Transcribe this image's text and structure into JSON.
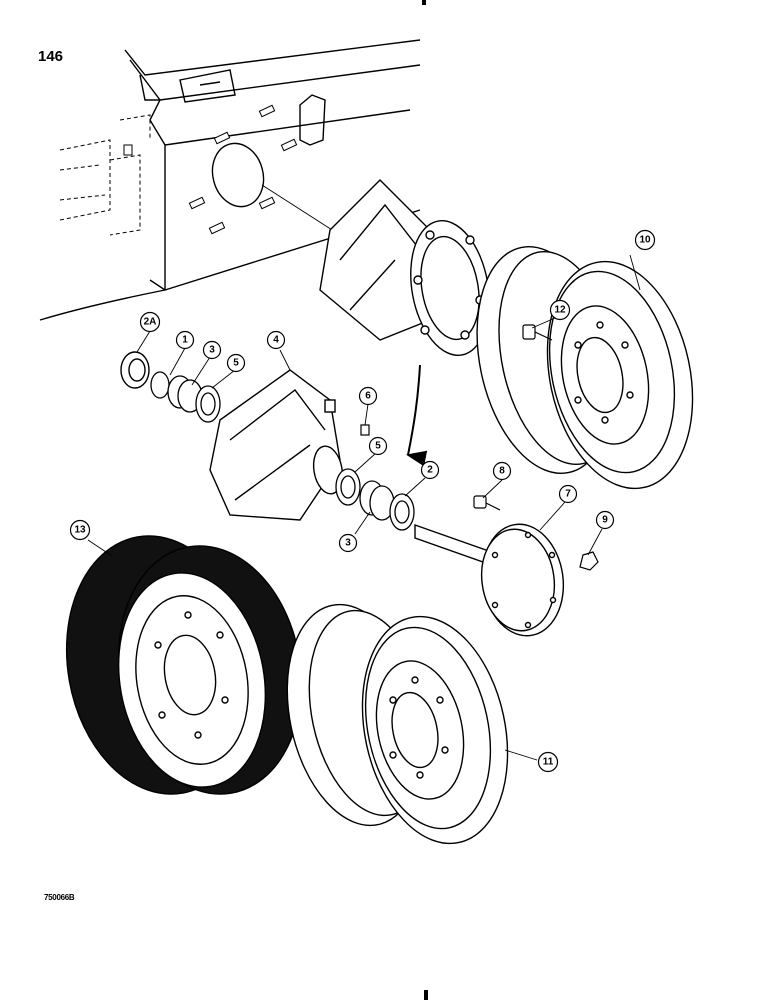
{
  "page": {
    "number": "146",
    "figure_code": "750066B"
  },
  "callouts": [
    {
      "id": "c-2a",
      "label": "2A"
    },
    {
      "id": "c-1",
      "label": "1"
    },
    {
      "id": "c-3a",
      "label": "3"
    },
    {
      "id": "c-5a",
      "label": "5"
    },
    {
      "id": "c-4",
      "label": "4"
    },
    {
      "id": "c-6",
      "label": "6"
    },
    {
      "id": "c-5b",
      "label": "5"
    },
    {
      "id": "c-2",
      "label": "2"
    },
    {
      "id": "c-3b",
      "label": "3"
    },
    {
      "id": "c-8",
      "label": "8"
    },
    {
      "id": "c-7",
      "label": "7"
    },
    {
      "id": "c-9",
      "label": "9"
    },
    {
      "id": "c-10",
      "label": "10"
    },
    {
      "id": "c-12",
      "label": "12"
    },
    {
      "id": "c-13",
      "label": "13"
    },
    {
      "id": "c-11",
      "label": "11"
    }
  ]
}
